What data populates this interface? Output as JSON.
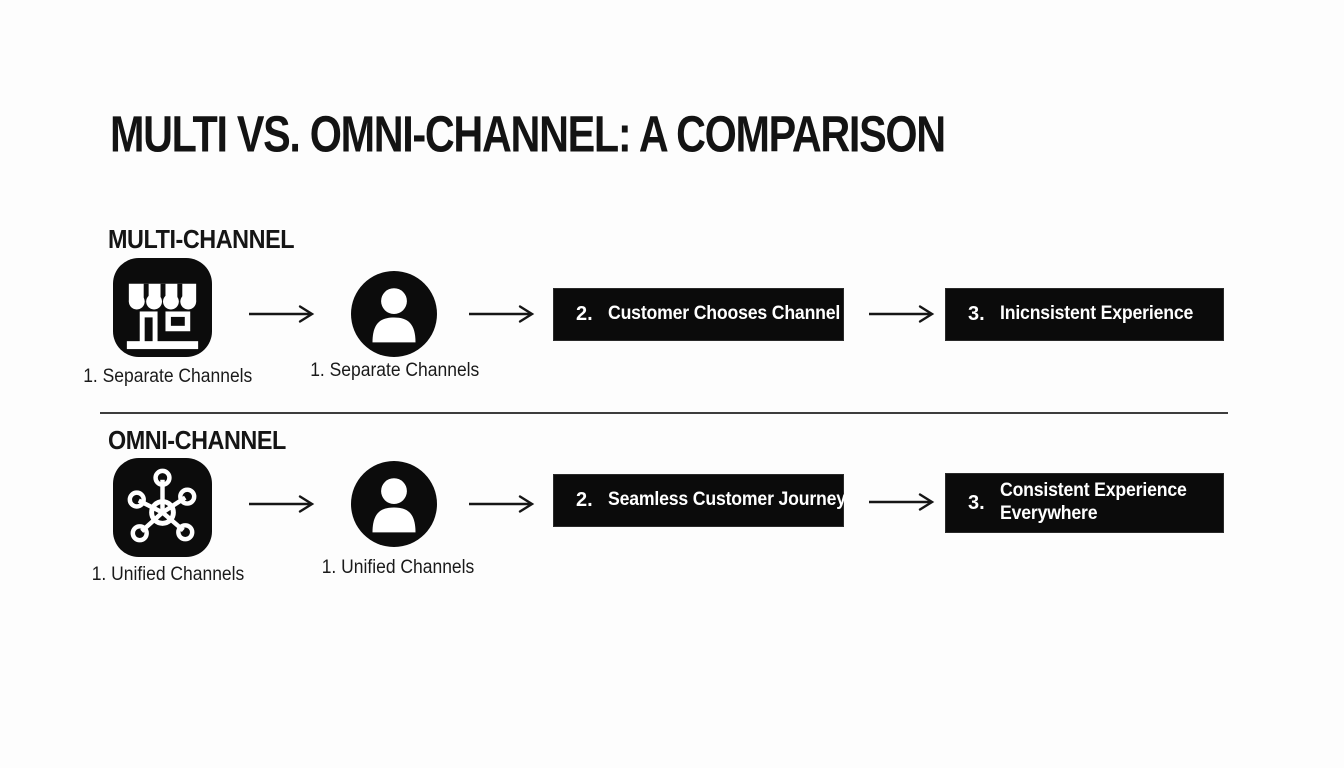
{
  "page": {
    "title": "MULTI VS. OMNI-CHANNEL: A COMPARISON",
    "background": "#fdfdfd",
    "accent_black": "#0b0b0b",
    "box_text_color": "#ffffff"
  },
  "sections": [
    {
      "heading": "MULTI-CHANNEL",
      "icon": "storefront-icon",
      "icon_label": "1. Separate Channels",
      "person_label": "1. Separate Channels",
      "step2": {
        "number": "2.",
        "text": "Customer Chooses Channel"
      },
      "step3": {
        "number": "3.",
        "text": "Inicnsistent Experience"
      }
    },
    {
      "heading": "OMNI-CHANNEL",
      "icon": "network-hub-icon",
      "icon_label": "1. Unified Channels",
      "person_label": "1. Unified Channels",
      "step2": {
        "number": "2.",
        "text": "Seamless Customer Journey"
      },
      "step3": {
        "number": "3.",
        "text": "Consistent Experience Everywhere"
      }
    }
  ]
}
